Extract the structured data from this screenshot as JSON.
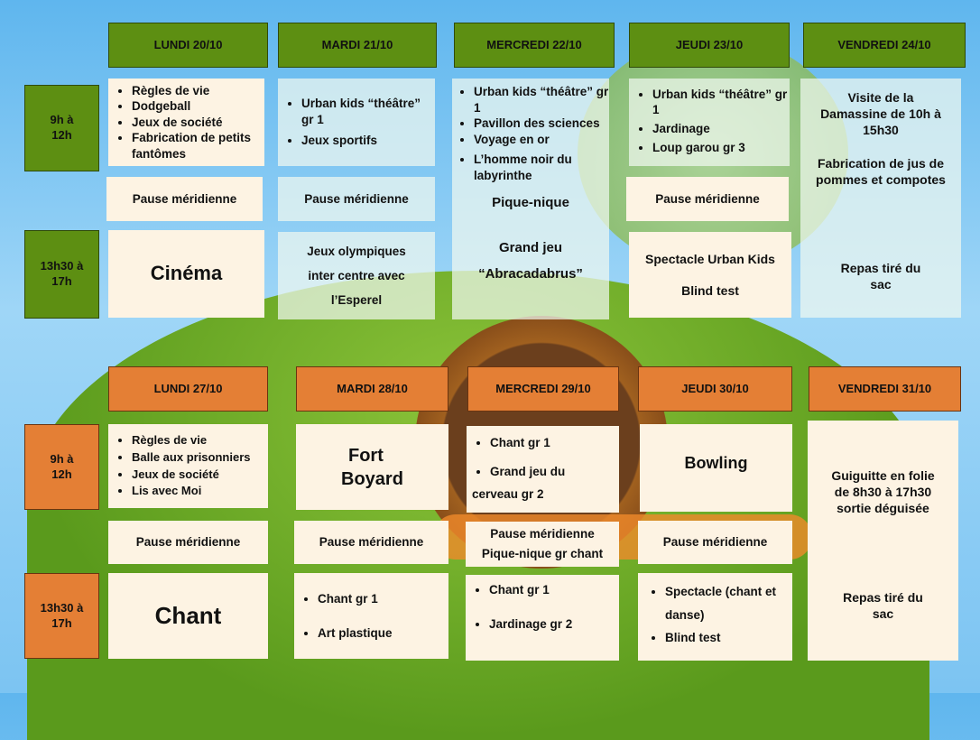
{
  "week1": {
    "headers": [
      "LUNDI 20/10",
      "MARDI 21/10",
      "MERCREDI 22/10",
      "JEUDI 23/10",
      "VENDREDI 24/10"
    ],
    "times": [
      [
        "9h à",
        "12h"
      ],
      [
        "13h30 à",
        "17h"
      ]
    ],
    "mon": {
      "morning": [
        "Règles de vie",
        "Dodgeball",
        "Jeux de société",
        "Fabrication de petits fantômes"
      ],
      "pause": "Pause méridienne",
      "afternoon": "Cinéma"
    },
    "tue": {
      "morning": [
        "Urban kids “théâtre” gr 1",
        "Jeux sportifs"
      ],
      "pause": "Pause méridienne",
      "afternoon": [
        "Jeux olympiques",
        "inter centre avec",
        "l’Esperel"
      ]
    },
    "wed": {
      "morning": [
        "Urban kids “théâtre” gr 1",
        "Pavillon des sciences",
        "Voyage en or",
        "L’homme noir du labyrinthe"
      ],
      "pause": "Pique-nique",
      "afternoon": [
        "Grand jeu",
        "“Abracadabrus”"
      ]
    },
    "thu": {
      "morning": [
        "Urban kids “théâtre” gr 1",
        "Jardinage",
        "Loup garou gr 3"
      ],
      "pause": "Pause méridienne",
      "afternoon": [
        "Spectacle Urban Kids",
        "Blind test"
      ]
    },
    "fri": {
      "lines": [
        "Visite de la Damassine de 10h à 15h30",
        "Fabrication de jus de pommes et compotes",
        "Repas tiré du sac"
      ]
    }
  },
  "week2": {
    "headers": [
      "LUNDI 27/10",
      "MARDI 28/10",
      "MERCREDI 29/10",
      "JEUDI 30/10",
      "VENDREDI 31/10"
    ],
    "times": [
      [
        "9h à",
        "12h"
      ],
      [
        "13h30 à",
        "17h"
      ]
    ],
    "mon": {
      "morning": [
        "Règles de vie",
        "Balle aux prisonniers",
        "Jeux de société",
        "Lis avec Moi"
      ],
      "pause": "Pause méridienne",
      "afternoon": "Chant"
    },
    "tue": {
      "morning": [
        "Fort",
        "Boyard"
      ],
      "pause": "Pause méridienne",
      "afternoon": [
        "Chant gr 1",
        "Art plastique"
      ]
    },
    "wed": {
      "morning": [
        "Chant gr 1",
        "Grand jeu du",
        "cerveau gr 2"
      ],
      "pause": [
        "Pause méridienne",
        "Pique-nique gr chant"
      ],
      "afternoon": [
        "Chant gr 1",
        "Jardinage gr 2"
      ]
    },
    "thu": {
      "morning": "Bowling",
      "pause": "Pause méridienne",
      "afternoon": [
        "Spectacle (chant et danse)",
        "Blind test"
      ]
    },
    "fri": {
      "lines": [
        "Guiguitte en folie de 8h30 à 17h30 sortie déguisée",
        "Repas tiré du sac"
      ]
    }
  },
  "colors": {
    "green": "#5d8f12",
    "orange": "#e47f35",
    "cream": "#fdf3e3"
  }
}
